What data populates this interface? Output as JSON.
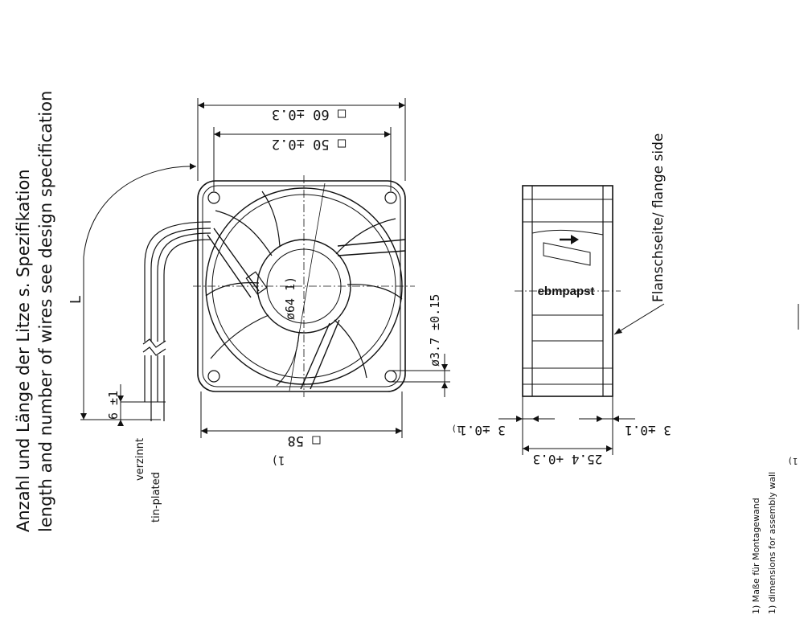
{
  "notes": {
    "spec_de": "Anzahl und Länge der Litze s. Spezifikation",
    "spec_en": "length and number of wires see design specification",
    "length_symbol": "L",
    "wire_end_dim": "6 ±1",
    "tin_de": "verzinnt",
    "tin_en": "tin-plated"
  },
  "front_view": {
    "outer_width": "□ 60 ±0.3",
    "hole_spacing": "□ 50 ±0.2",
    "hub_diameter": "ø64 1)",
    "hole_diameter": "ø3.7 ±0.15",
    "assembly_dim": "□ 58",
    "assembly_ref": "1)"
  },
  "side_view": {
    "flange_label": "Flanschseite/ flange side",
    "brand": "ebmpapst",
    "depth": "25.4 +0.3",
    "flange_left": "3 ±0.1",
    "flange_left_ref": "1)",
    "flange_right": "3 ±0.1"
  },
  "footnotes": {
    "ref_marker": "1)",
    "note_de": "1) Maße für Montagewand",
    "note_en": "1) dimensions for assembly wall"
  }
}
